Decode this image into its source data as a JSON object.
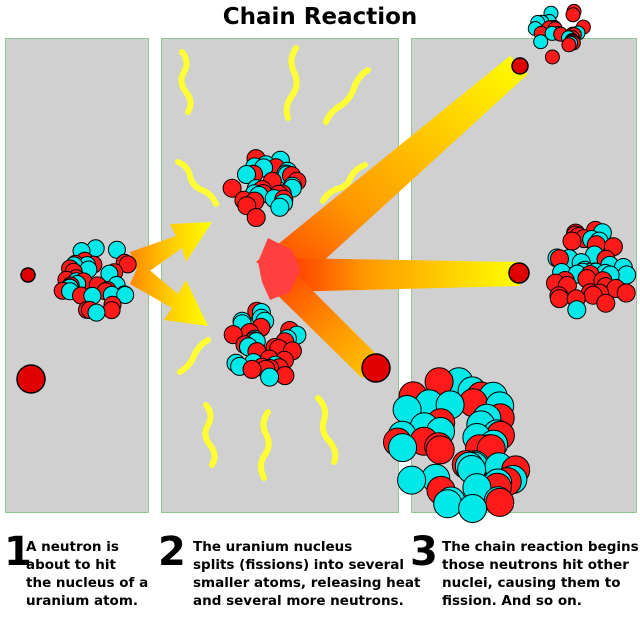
{
  "title": "Chain Reaction",
  "colors": {
    "panel": "#cfd0cf",
    "proton": "#ff1a1a",
    "neutron_particle": "#00e8e8",
    "neutron_free": "#e00000",
    "ray_yellow": "#ffff00",
    "ray_orange": "#ff8800",
    "heat": "#ffff33"
  },
  "steps": [
    {
      "number": "1",
      "lines": [
        "A neutron is",
        "about to hit",
        "the nucleus of a",
        "uranium atom."
      ]
    },
    {
      "number": "2",
      "lines": [
        "The uranium nucleus",
        "splits (fissions) into several",
        "smaller atoms, releasing heat",
        "and several more neutrons."
      ]
    },
    {
      "number": "3",
      "lines": [
        "The chain reaction begins:",
        "those neutrons hit other",
        "nuclei, causing them to",
        "fission. And so on."
      ]
    }
  ]
}
